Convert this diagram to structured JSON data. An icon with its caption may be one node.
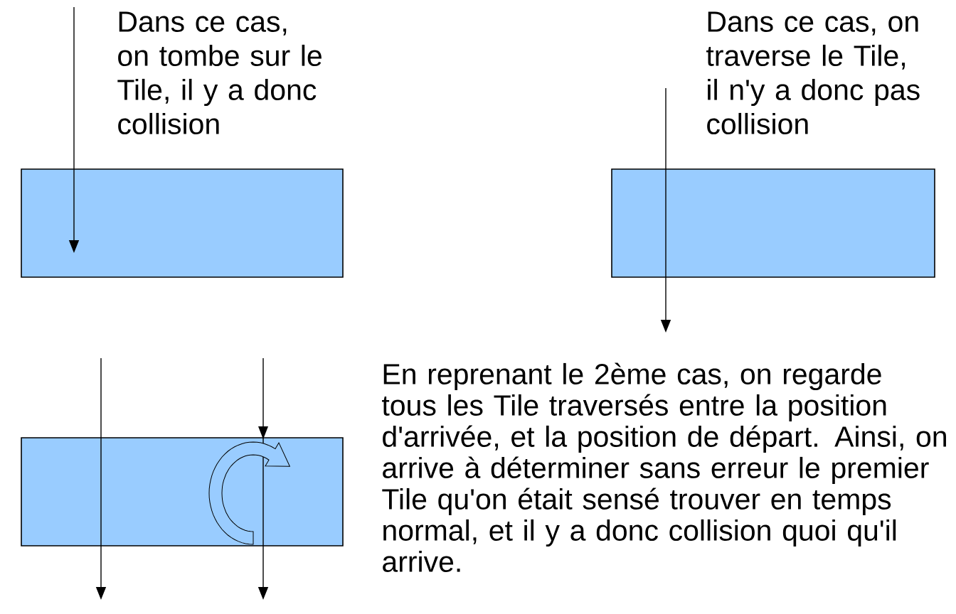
{
  "diagram": {
    "nodes": [
      {
        "text": [],
        "shape": "box",
        "beside": [
          "Dans ce cas, on tombe sur le Tile, il y a donc collision"
        ]
      },
      {
        "text": [],
        "shape": "box",
        "beside": [
          "Dans ce cas, on traverse le Tile, il n'y a donc pas collision"
        ]
      },
      {
        "text": [],
        "shape": "box",
        "beside": [
          "En reprenant le 2ème cas, on regarde tous les Tile traversés entre la position d'arrivée, et la position de départ. Ainsi, on arrive à déterminer sans erreur le premier Tile qu'on était sensé trouver en temps normal, et il y a donc collision quoi qu'il arrive."
        ]
      }
    ],
    "edges": []
  }
}
